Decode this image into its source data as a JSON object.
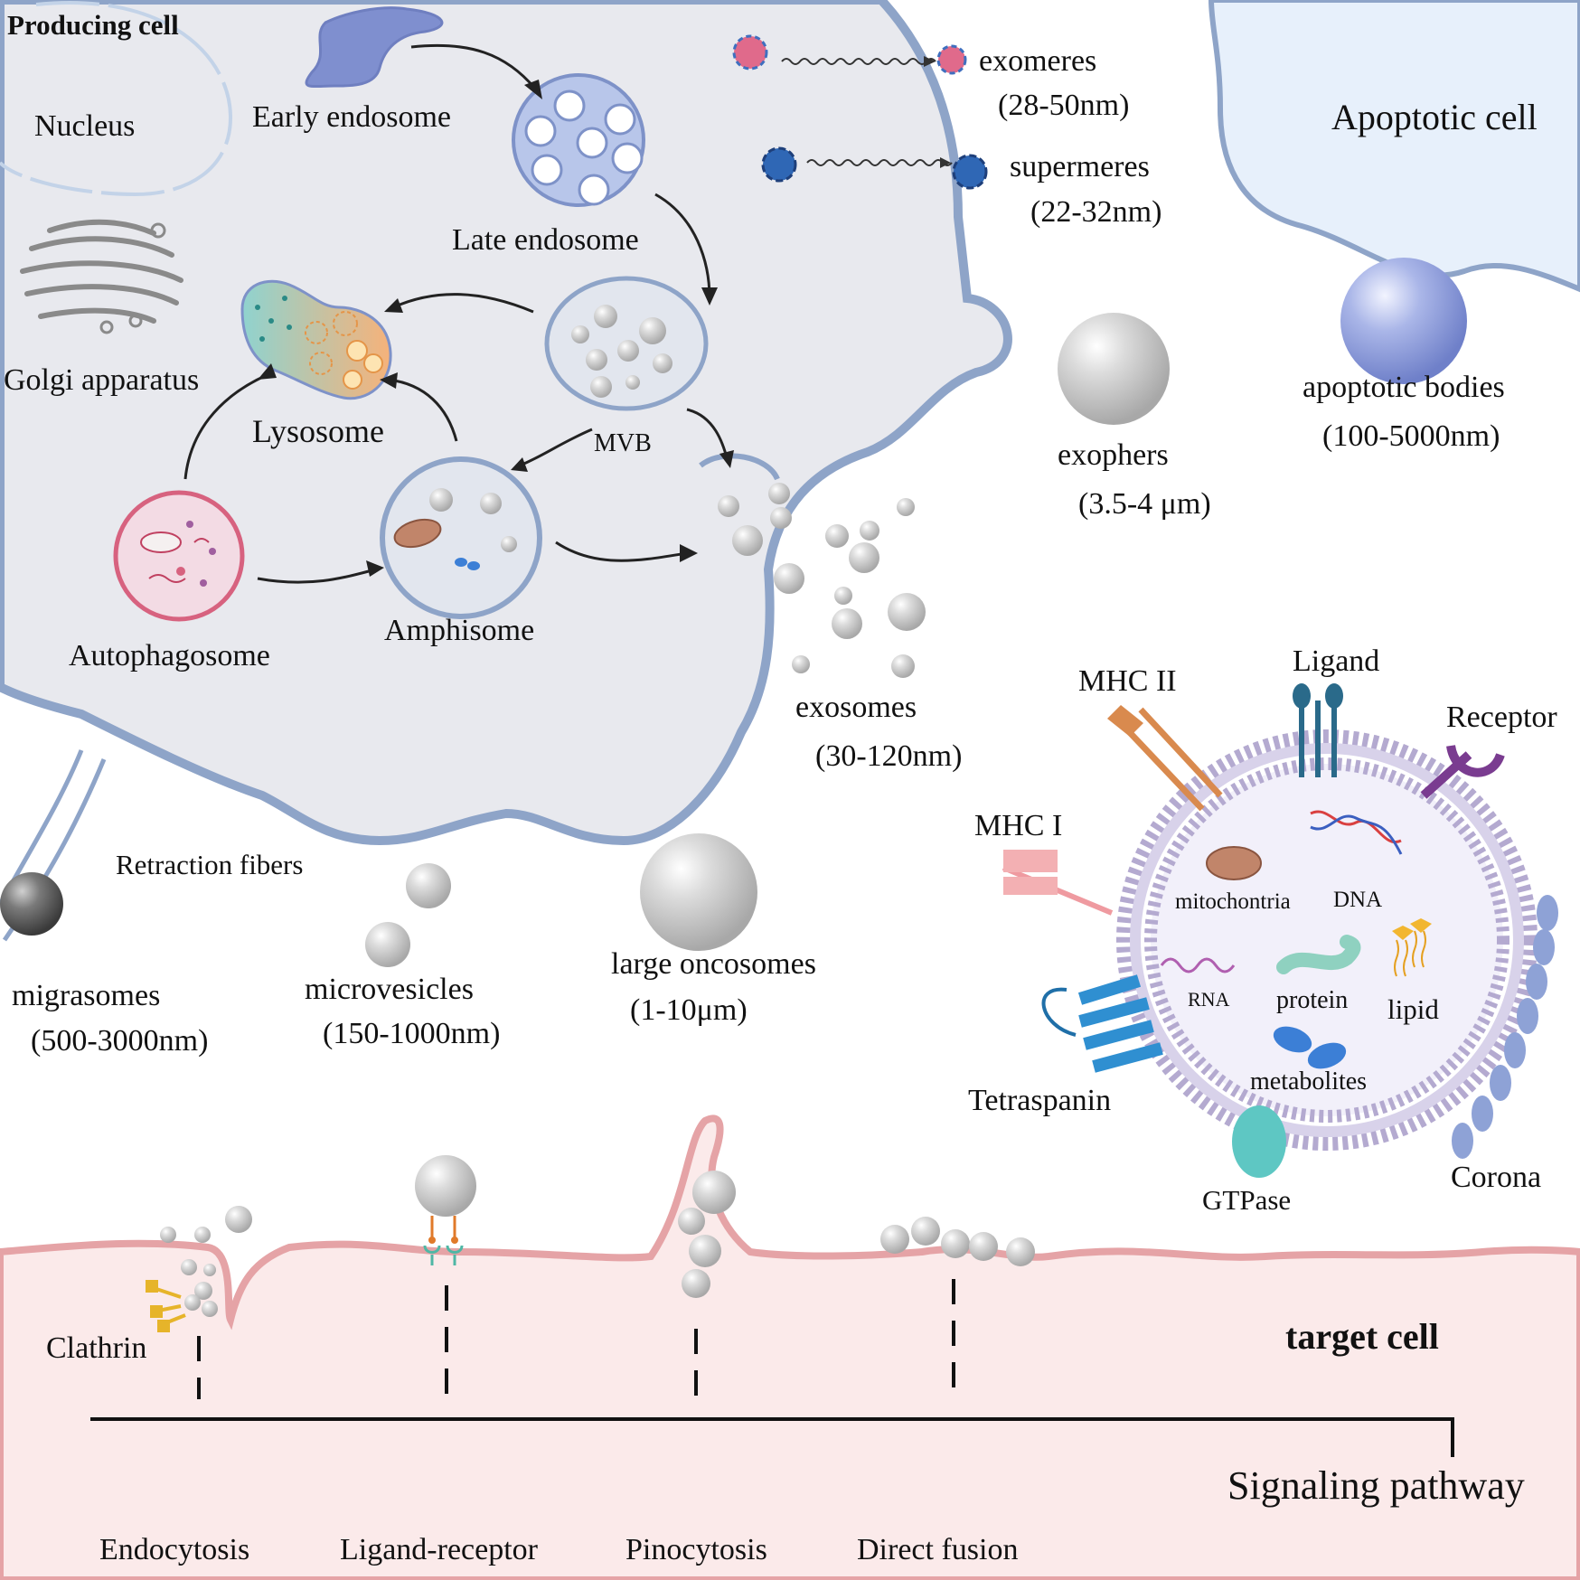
{
  "producing_cell": {
    "title": "Producing cell",
    "nucleus": "Nucleus",
    "golgi": "Golgi apparatus",
    "early_endosome": "Early endosome",
    "late_endosome": "Late endosome",
    "mvb": "MVB",
    "lysosome": "Lysosome",
    "amphisome": "Amphisome",
    "autophagosome": "Autophagosome",
    "retraction_fibers": "Retraction fibers"
  },
  "vesicles": {
    "exomeres": {
      "name": "exomeres",
      "size": "(28-50nm)"
    },
    "supermeres": {
      "name": "supermeres",
      "size": "(22-32nm)"
    },
    "exophers": {
      "name": "exophers",
      "size": "(3.5-4 μm)"
    },
    "apoptotic_bodies": {
      "name": "apoptotic bodies",
      "size": "(100-5000nm)"
    },
    "exosomes": {
      "name": "exosomes",
      "size": "(30-120nm)"
    },
    "migrasomes": {
      "name": "migrasomes",
      "size": "(500-3000nm)"
    },
    "microvesicles": {
      "name": "microvesicles",
      "size": "(150-1000nm)"
    },
    "large_oncosomes": {
      "name": "large oncosomes",
      "size": "(1-10μm)"
    }
  },
  "apoptotic_cell": "Apoptotic cell",
  "ev_structure": {
    "mhc2": "MHC II",
    "ligand": "Ligand",
    "receptor": "Receptor",
    "mhc1": "MHC I",
    "mitochondria": "mitochontria",
    "dna": "DNA",
    "rna": "RNA",
    "protein": "protein",
    "lipid": "lipid",
    "metabolites": "metabolites",
    "tetraspanin": "Tetraspanin",
    "gtpase": "GTPase",
    "corona": "Corona"
  },
  "target_cell": {
    "title": "target cell",
    "clathrin": "Clathrin",
    "signaling": "Signaling pathway",
    "uptake": [
      "Endocytosis",
      "Ligand-receptor",
      "Pinocytosis",
      "Direct fusion"
    ]
  },
  "colors": {
    "cell_fill": "#e8e9ee",
    "cell_membrane": "#8ea4c8",
    "target_fill": "#fbeaea",
    "target_membrane": "#e5a3a6",
    "apoptotic_fill": "#e7f0fb",
    "vesicle_gray": "#c9c9c9",
    "ev_lipid": "#b4aad0"
  }
}
